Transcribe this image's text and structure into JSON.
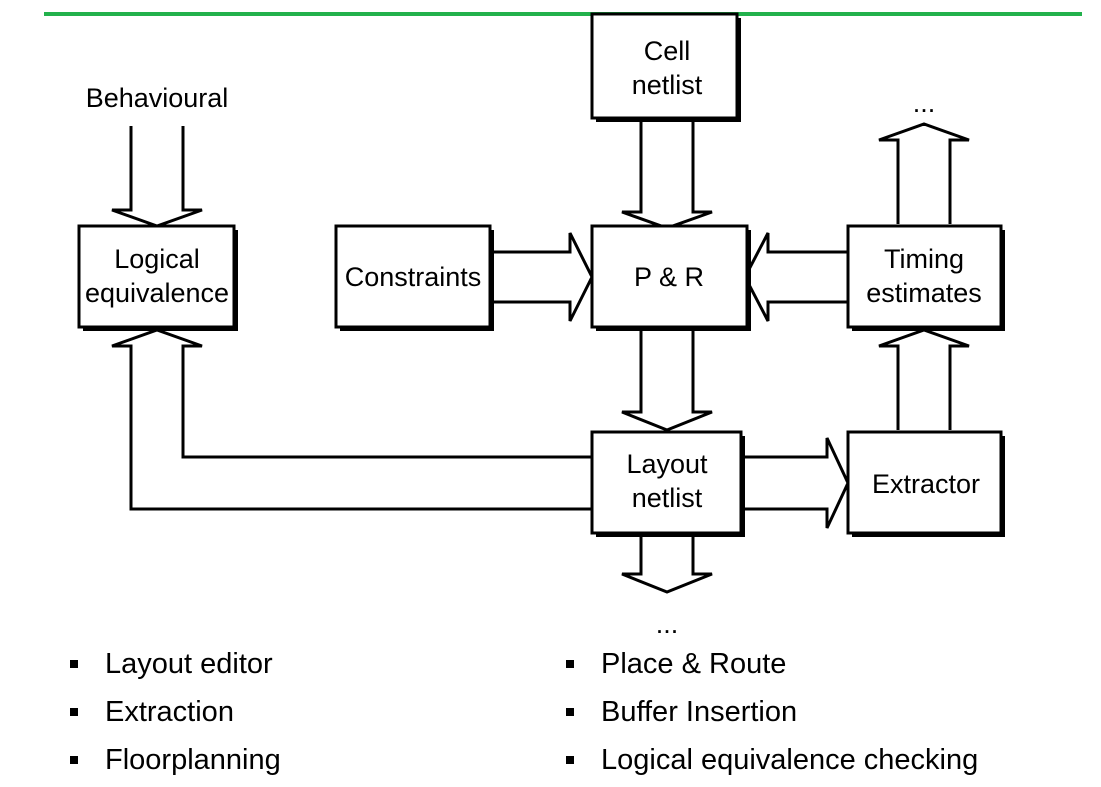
{
  "diagram": {
    "input_label": "Behavioural",
    "top_ellipsis": "...",
    "bottom_ellipsis": "...",
    "boxes": {
      "cell_netlist": [
        "Cell",
        "netlist"
      ],
      "logical_equivalence": [
        "Logical",
        "equivalence"
      ],
      "constraints": [
        "Constraints"
      ],
      "pr": [
        "P & R"
      ],
      "timing_estimates": [
        "Timing",
        "estimates"
      ],
      "layout_netlist": [
        "Layout",
        "netlist"
      ],
      "extractor": [
        "Extractor"
      ]
    }
  },
  "bullets_left": [
    "Layout editor",
    "Extraction",
    "Floorplanning"
  ],
  "bullets_right": [
    "Place & Route",
    "Buffer Insertion",
    "Logical equivalence checking"
  ],
  "colors": {
    "header_rule": "#22b14c",
    "shadow": "#000000"
  }
}
